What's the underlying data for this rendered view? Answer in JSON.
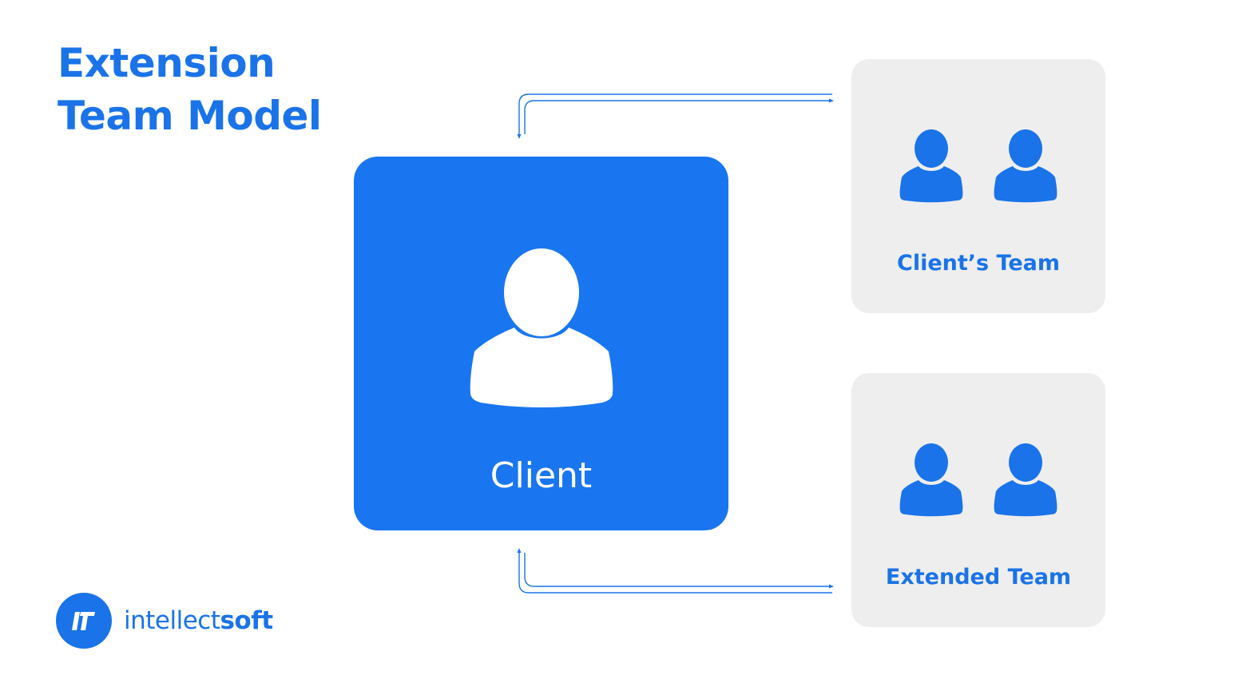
{
  "title": {
    "line1": "Extension",
    "line2": "Team Model"
  },
  "client": {
    "label": "Client",
    "icon": "user-icon"
  },
  "teams": [
    {
      "label": "Client’s Team",
      "icon": "team-icon"
    },
    {
      "label": "Extended Team",
      "icon": "team-icon"
    }
  ],
  "logo": {
    "text_light": "intellect",
    "text_bold": "soft",
    "icon": "intellectsoft-logo-icon"
  },
  "colors": {
    "brand_blue": "#1a73e8",
    "client_box": "#1a76f0",
    "team_box": "#eeeeee",
    "white": "#ffffff"
  }
}
